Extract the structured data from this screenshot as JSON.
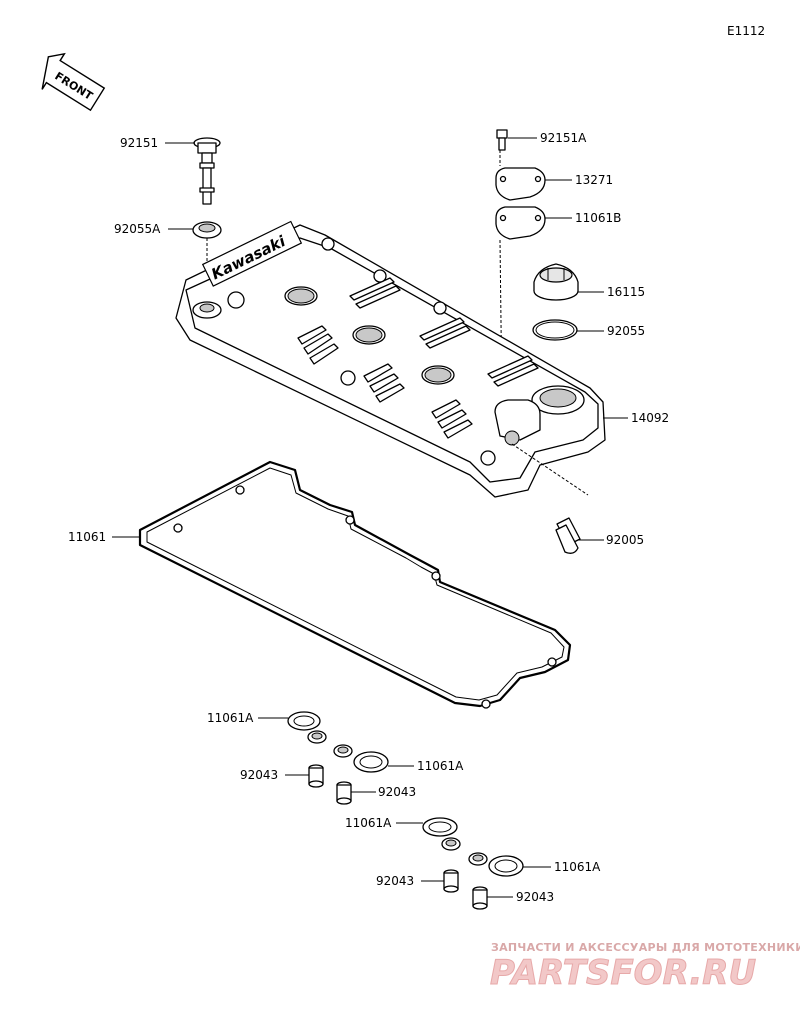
{
  "diagram_code": "E1112",
  "front_label": "FRONT",
  "brand_text": "Kawasaki",
  "labels": {
    "bolt": "92151",
    "bolt_a": "92151A",
    "plate": "13271",
    "plate_gasket": "11061B",
    "oil_cap": "16115",
    "oring": "92055",
    "washer_a": "92055A",
    "cover": "14092",
    "dowel": "92005",
    "cover_gasket": "11061",
    "seal_1": "11061A",
    "seal_2": "11061A",
    "seal_3": "11061A",
    "seal_4": "11061A",
    "collar_1": "92043",
    "collar_2": "92043",
    "collar_3": "92043",
    "collar_4": "92043"
  },
  "watermark": {
    "tagline": "ЗАПЧАСТИ И АКСЕССУАРЫ ДЛЯ МОТОТЕХНИКИ",
    "site": "PARTSFOR.RU"
  }
}
